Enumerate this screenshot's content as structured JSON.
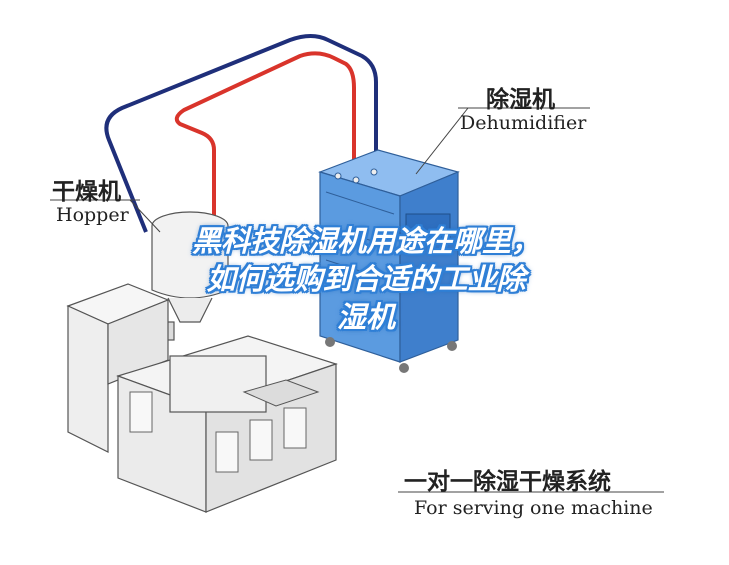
{
  "labels": {
    "dehumidifier_cn": "除湿机",
    "dehumidifier_en": "Dehumidifier",
    "hopper_cn": "干燥机",
    "hopper_en": "Hopper",
    "system_cn": "一对一除湿干燥系统",
    "system_en": "For serving one machine"
  },
  "overlay": {
    "line1": "黑科技除湿机用途在哪里，",
    "line2": "如何选购到合适的工业除",
    "line3": "湿机"
  },
  "colors": {
    "dehumidifier_blue": "#5b9be0",
    "pipe_navy": "#1f2f7a",
    "pipe_red": "#d9342b",
    "machine_gray": "#f2f2f2",
    "outline": "#555555",
    "overlay_stroke": "#2f7fd6"
  }
}
